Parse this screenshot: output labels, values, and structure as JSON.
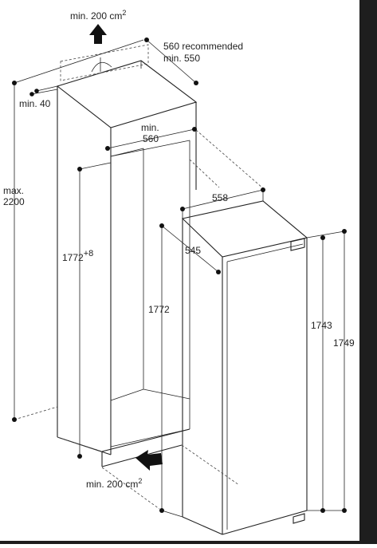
{
  "labels": {
    "top_vent": "min. 200 cm",
    "top_vent_sup": "2",
    "depth_rec": "560 recommended",
    "depth_min": "min. 550",
    "min40": "min. 40",
    "niche_width_min": "min.",
    "niche_width": "560",
    "max_height_1": "max.",
    "max_height_2": "2200",
    "niche_height": "1772",
    "niche_height_sup": "+8",
    "appliance_width": "558",
    "appliance_depth": "545",
    "appliance_niche_height": "1772",
    "height_1743": "1743",
    "height_1749": "1749",
    "bottom_vent": "min. 200 cm",
    "bottom_vent_sup": "2"
  }
}
